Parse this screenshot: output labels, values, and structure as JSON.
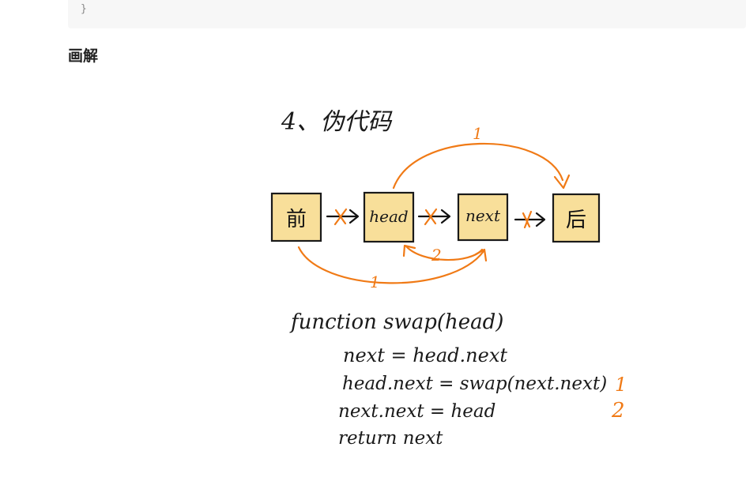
{
  "code_block": {
    "last_line": "}"
  },
  "section": {
    "heading": "画解"
  },
  "illustration": {
    "title": "4、伪代码",
    "nodes": {
      "prev": "前",
      "head": "head",
      "next": "next",
      "after": "后"
    },
    "step_markers": {
      "top_arc": "1",
      "bottom_arc": "1",
      "back_arrow": "2"
    },
    "pseudocode": {
      "signature": "function  swap(head)",
      "line1": "next = head.next",
      "line2": "head.next = swap(next.next)",
      "line2_step": "1",
      "line3": "next.next = head",
      "line3_step": "2",
      "line4": "return next"
    },
    "colors": {
      "node_fill": "#f8df9a",
      "ink": "#111111",
      "annotation": "#f07a16",
      "code_background": "#f7f7f7"
    }
  }
}
